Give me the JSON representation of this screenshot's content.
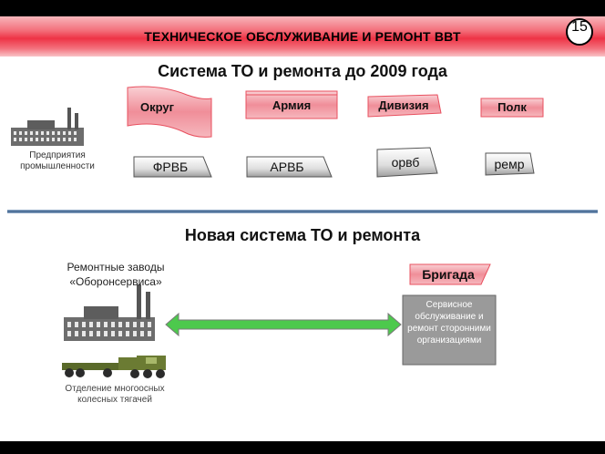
{
  "header": {
    "title": "ТЕХНИЧЕСКОЕ ОБСЛУЖИВАНИЕ И РЕМОНТ ВВТ",
    "page_number": "15"
  },
  "old_system": {
    "heading": "Система ТО и ремонта до 2009 года",
    "industry_label": "Предприятия промышленности",
    "levels": [
      {
        "label": "Округ",
        "unit": "ФРВБ"
      },
      {
        "label": "Армия",
        "unit": "АРВБ"
      },
      {
        "label": "Дивизия",
        "unit": "орвб"
      },
      {
        "label": "Полк",
        "unit": "ремр"
      }
    ]
  },
  "new_system": {
    "heading": "Новая  система ТО и ремонта",
    "plants_label": "Ремонтные заводы «Оборонсервиса»",
    "tractors_label": "Отделение многоосных колесных тягачей",
    "brigade_label": "Бригада",
    "service_label": "Сервисное обслуживание и ремонт сторонними организациями"
  },
  "colors": {
    "pink": "#f2a2aa",
    "pink_dark": "#e8505f",
    "divider": "#3a5f8a",
    "arrow_green": "#4dc94d",
    "service_gray": "#9a9a9a"
  }
}
